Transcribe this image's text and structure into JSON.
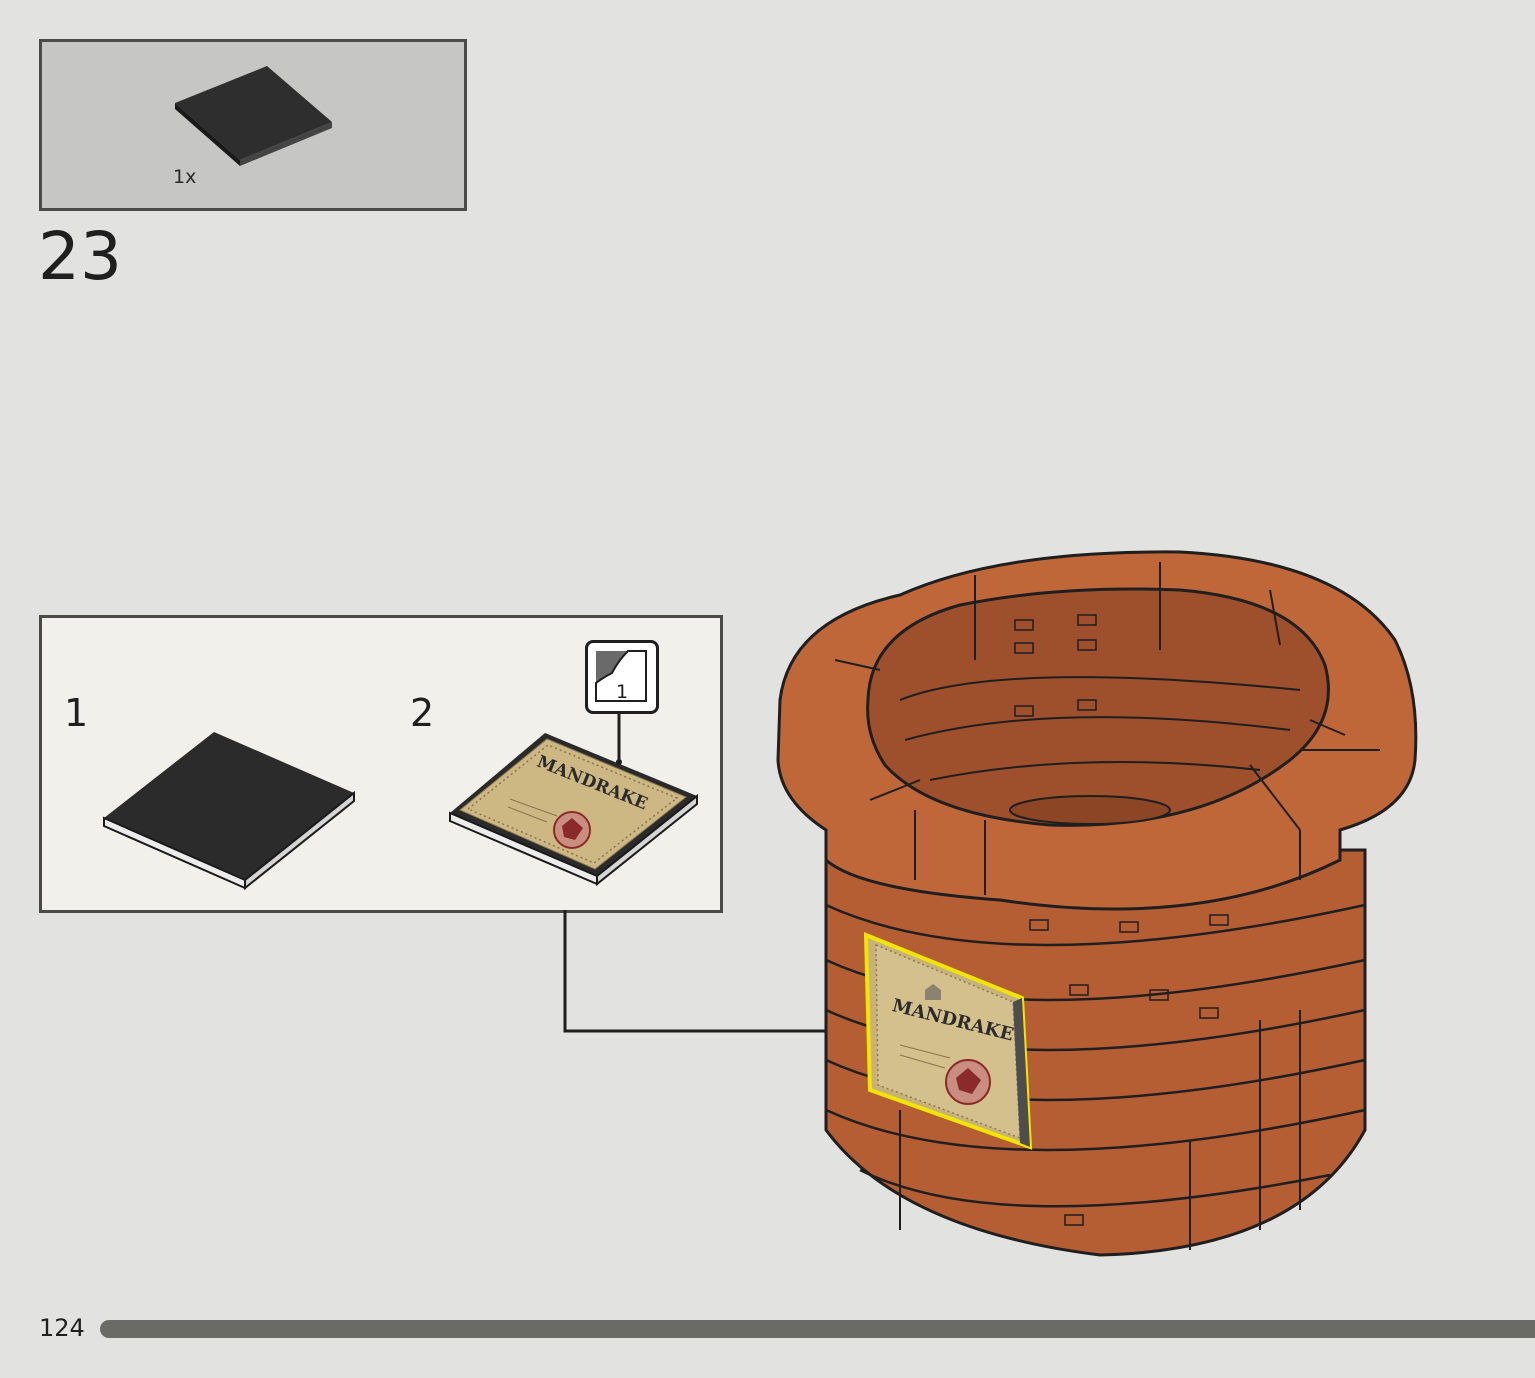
{
  "parts_list": {
    "items": [
      {
        "quantity": "1x",
        "part": "black-tile-icon"
      }
    ]
  },
  "step": {
    "number": "23"
  },
  "sub_steps": [
    {
      "number": "1",
      "illustration": "black-tile-icon"
    },
    {
      "number": "2",
      "illustration": "mandrake-sticker-tile-icon",
      "sticker_badge": "1"
    }
  ],
  "sticker": {
    "title": "MANDRAKE",
    "badge_number": "1"
  },
  "model": {
    "illustration": "brick-pot-icon",
    "highlight_color": "#f2e600"
  },
  "colors": {
    "tile_black": "#2a2a2a",
    "brick_orange": "#b85d33",
    "sticker_parchment": "#c8b27c",
    "sticker_seal": "#8a2a2a"
  },
  "footer": {
    "page_number": "124"
  }
}
